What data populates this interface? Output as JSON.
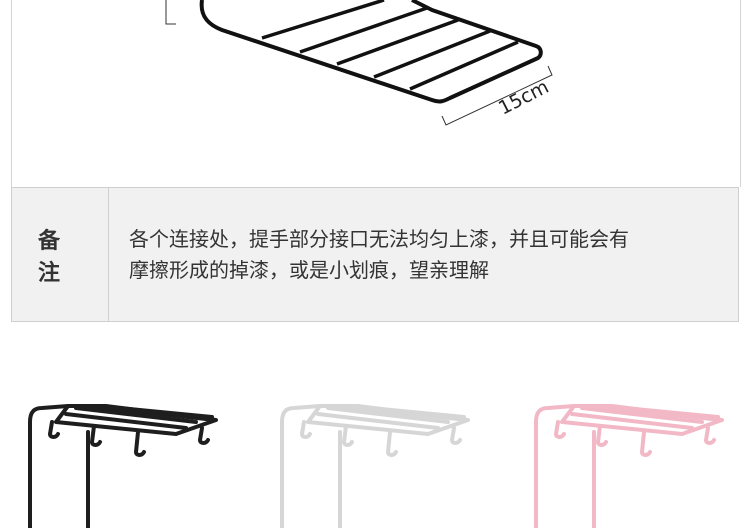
{
  "dimension": {
    "label": "15cm"
  },
  "remark": {
    "label": "备 注",
    "text_line1": "各个连接处，提手部分接口无法均匀上漆，并且可能会有",
    "text_line2": "摩擦形成的掉漆，或是小划痕，望亲理解"
  },
  "products": [
    {
      "name": "black-rack",
      "color": "#1e1e1e"
    },
    {
      "name": "white-rack",
      "color": "#dcdcdc"
    },
    {
      "name": "pink-rack",
      "color": "#f2b8c6"
    }
  ],
  "colors": {
    "border": "#cfcfcf",
    "remark_bg": "#f1f1f1",
    "text": "#333333"
  }
}
